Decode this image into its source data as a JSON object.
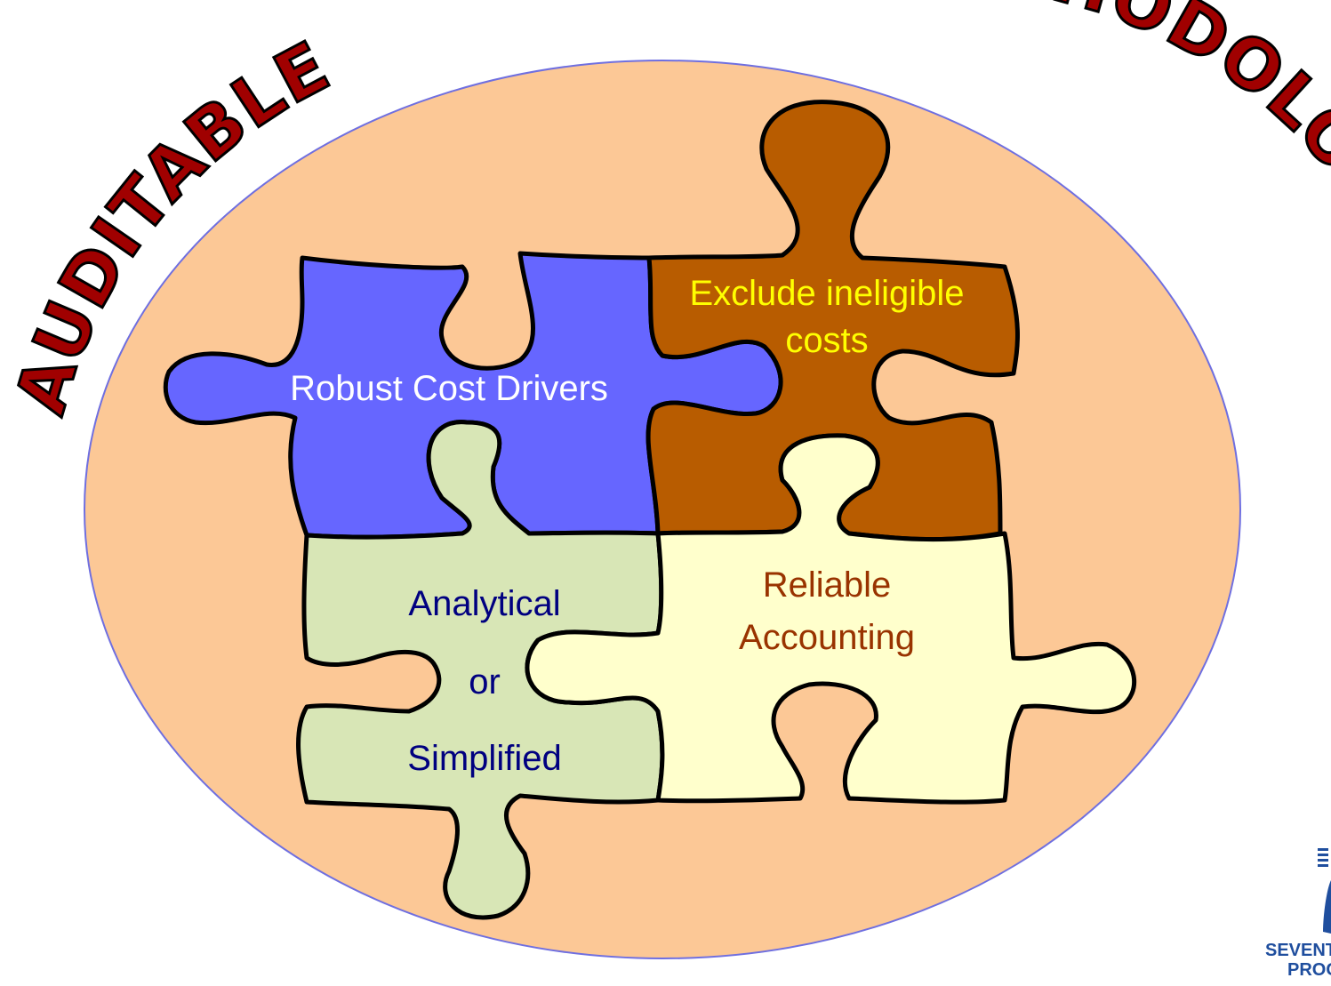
{
  "arc_left": {
    "text": "AUDITABLE"
  },
  "arc_right": {
    "text": "METHODOLOGY"
  },
  "pieces": {
    "robust": {
      "label": "Robust Cost Drivers",
      "fill": "#6666ff",
      "text_color": "#ffffff"
    },
    "exclude": {
      "line1": "Exclude ineligible",
      "line2": "costs",
      "fill": "#b85c00",
      "text_color": "#ffff00"
    },
    "analytical": {
      "line1": "Analytical",
      "line2": "or",
      "line3": "Simplified",
      "fill": "#d8e6b6",
      "text_color": "#000080"
    },
    "reliable": {
      "line1": "Reliable",
      "line2": "Accounting",
      "fill": "#ffffcc",
      "text_color": "#993300"
    }
  },
  "background": {
    "ellipse_fill": "#fcc896",
    "ellipse_stroke": "#6f6fe0",
    "arc_text_fill": "#a00000"
  },
  "logo": {
    "line1": "SEVENTH F",
    "line2": "PROG",
    "color": "#1f4e9e"
  }
}
